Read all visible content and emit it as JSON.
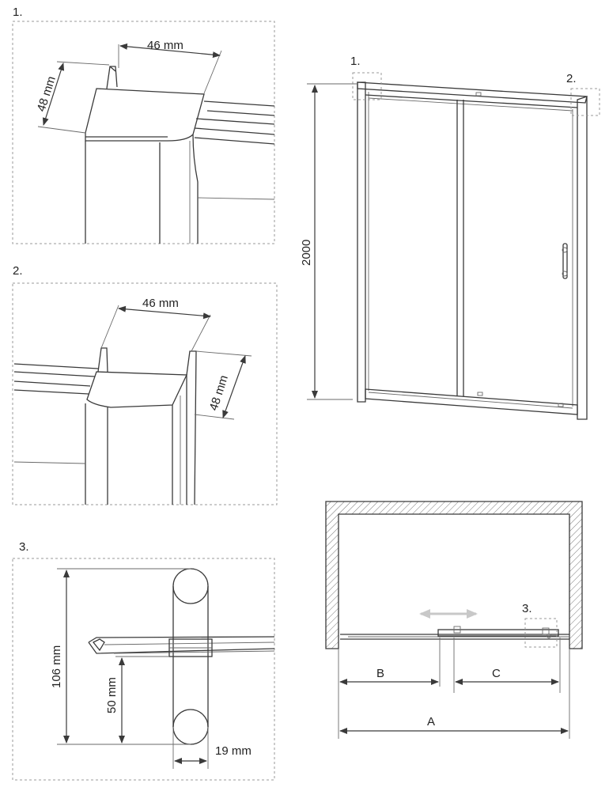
{
  "detail_1": {
    "number": "1.",
    "width_label": "46 mm",
    "height_label": "48 mm"
  },
  "detail_2": {
    "number": "2.",
    "width_label": "46 mm",
    "height_label": "48 mm"
  },
  "detail_3": {
    "number": "3.",
    "height_label": "106 mm",
    "offset_label": "50 mm",
    "width_label": "19 mm"
  },
  "front_view": {
    "height_label": "2000",
    "callout_1": "1.",
    "callout_2": "2."
  },
  "top_view": {
    "label_a": "A",
    "label_b": "B",
    "label_c": "C",
    "callout_3": "3."
  }
}
